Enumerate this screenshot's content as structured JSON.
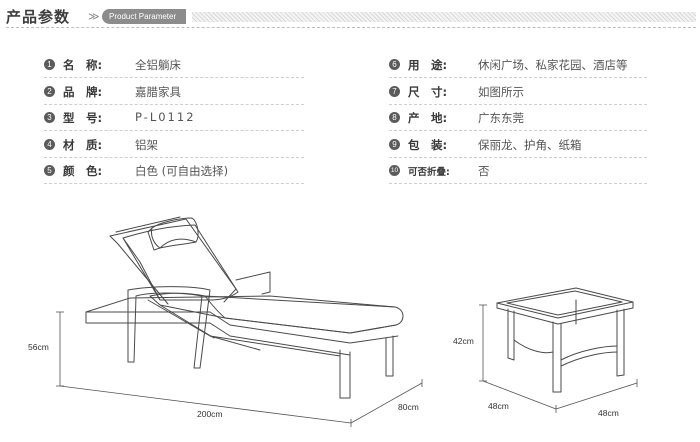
{
  "header": {
    "title": "产品参数",
    "chevrons": "≫",
    "subtitle": "Product Parameter"
  },
  "left_specs": [
    {
      "num": "1",
      "label": "名　称:",
      "value": "全铝躺床"
    },
    {
      "num": "2",
      "label": "品　牌:",
      "value": "嘉腊家具"
    },
    {
      "num": "3",
      "label": "型　号:",
      "value": "P-L0112"
    },
    {
      "num": "4",
      "label": "材　质:",
      "value": "铝架"
    },
    {
      "num": "5",
      "label": "颜　色:",
      "value": "白色 (可自由选择)"
    }
  ],
  "right_specs": [
    {
      "num": "6",
      "label": "用　途:",
      "value": "休闲广场、私家花园、酒店等"
    },
    {
      "num": "7",
      "label": "尺　寸:",
      "value": "如图所示"
    },
    {
      "num": "8",
      "label": "产　地:",
      "value": "广东东莞"
    },
    {
      "num": "9",
      "label": "包　装:",
      "value": "保丽龙、护角、纸箱"
    },
    {
      "num": "10",
      "label": "可否折叠:",
      "value": "否"
    }
  ],
  "dimensions": {
    "lounger_height": "56cm",
    "lounger_length": "200cm",
    "lounger_width": "80cm",
    "table_height": "42cm",
    "table_depth": "48cm",
    "table_width": "48cm"
  }
}
